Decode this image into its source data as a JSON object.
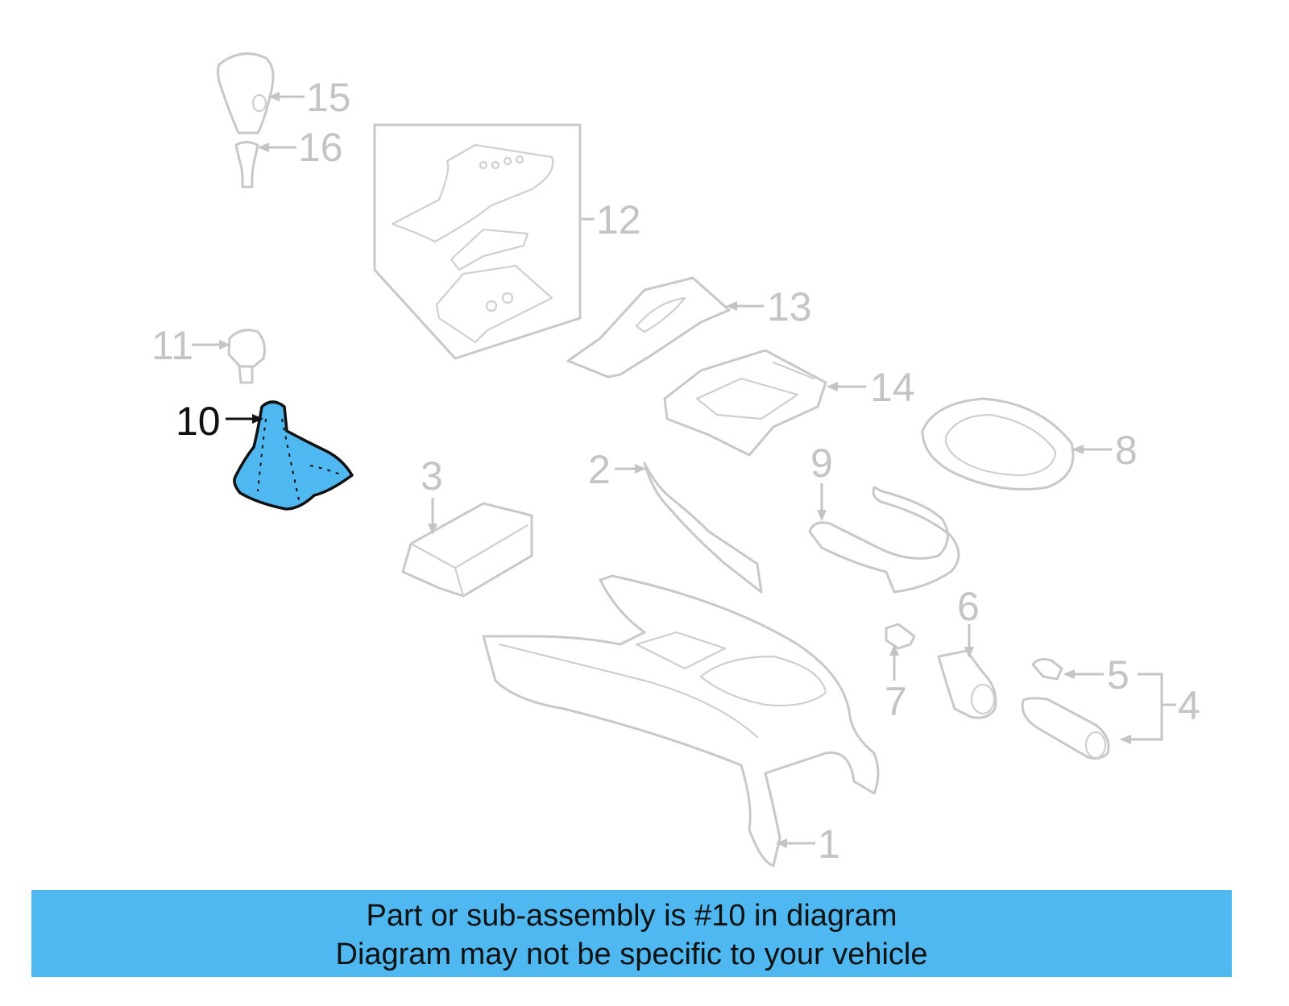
{
  "colors": {
    "highlight": "#4fb8f0",
    "banner_background": "#4fb8f0",
    "part_outline": "#c8c8c8",
    "active_callout": "#111111"
  },
  "callouts": {
    "c1": "1",
    "c2": "2",
    "c3": "3",
    "c4": "4",
    "c5": "5",
    "c6": "6",
    "c7": "7",
    "c8": "8",
    "c9": "9",
    "c10": "10",
    "c11": "11",
    "c12": "12",
    "c13": "13",
    "c14": "14",
    "c15": "15",
    "c16": "16"
  },
  "highlighted_part": "10",
  "banner": {
    "line1": "Part or sub-assembly is #10 in diagram",
    "line2": "Diagram may not be specific to your vehicle"
  }
}
